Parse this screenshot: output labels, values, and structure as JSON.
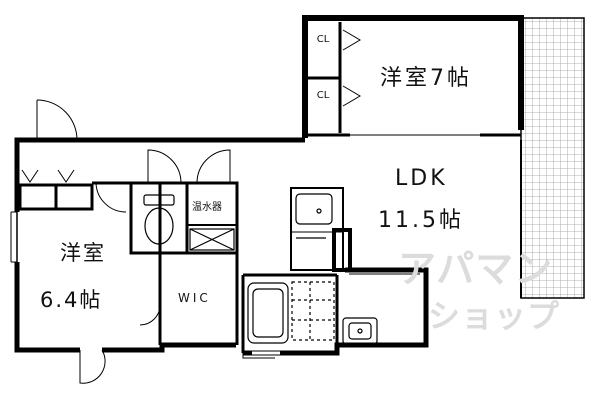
{
  "rooms": {
    "western_7": {
      "name": "洋室",
      "size": "7帖"
    },
    "ldk": {
      "name": "LDK",
      "size": "11.5帖"
    },
    "western_64": {
      "name": "洋室",
      "size": "6.4帖"
    },
    "wic": {
      "name": "WIC"
    },
    "water_heater": {
      "name": "温水器"
    },
    "closet_upper": {
      "name": "CL"
    },
    "closet_lower": {
      "name": "CL"
    }
  },
  "watermark": {
    "line1": "アパマン",
    "line2": "ショップ"
  },
  "colors": {
    "wall": "#000000",
    "grid": "#9a9a9a",
    "watermark": "#dcdcdc"
  }
}
